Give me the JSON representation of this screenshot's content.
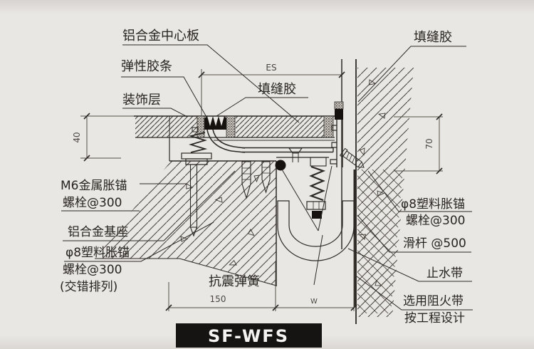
{
  "drawing": {
    "title": "SF-WFS",
    "dimensions": {
      "es": "ES",
      "depth_40": "40",
      "depth_70": "70",
      "width_150": "150",
      "width_w": "W"
    },
    "labels": {
      "center_plate": "铝合金中心板",
      "elastic_strip": "弹性胶条",
      "decorative_layer": "装饰层",
      "sealant_left": "填缝胶",
      "sealant_right": "填缝胶",
      "m6_anchor_line1": "M6金属胀锚",
      "m6_anchor_line2": "螺栓@300",
      "base": "铝合金基座",
      "plastic_anchor_left_line1": "φ8塑料胀锚",
      "plastic_anchor_left_line2": "螺栓@300",
      "plastic_anchor_left_line3": "(交错排列)",
      "spring": "抗震弹簧",
      "plastic_anchor_right_line1": "φ8塑料胀锚",
      "plastic_anchor_right_line2": "螺栓@300",
      "slide_rod": "滑杆 @500",
      "waterstop": "止水带",
      "fire_belt_line1": "选用阻火带",
      "fire_belt_line2": "按工程设计"
    },
    "colors": {
      "background": "#e9e7e3",
      "line": "#2d2a26",
      "title_bg": "#161412",
      "title_text": "#f4f3f1"
    }
  }
}
